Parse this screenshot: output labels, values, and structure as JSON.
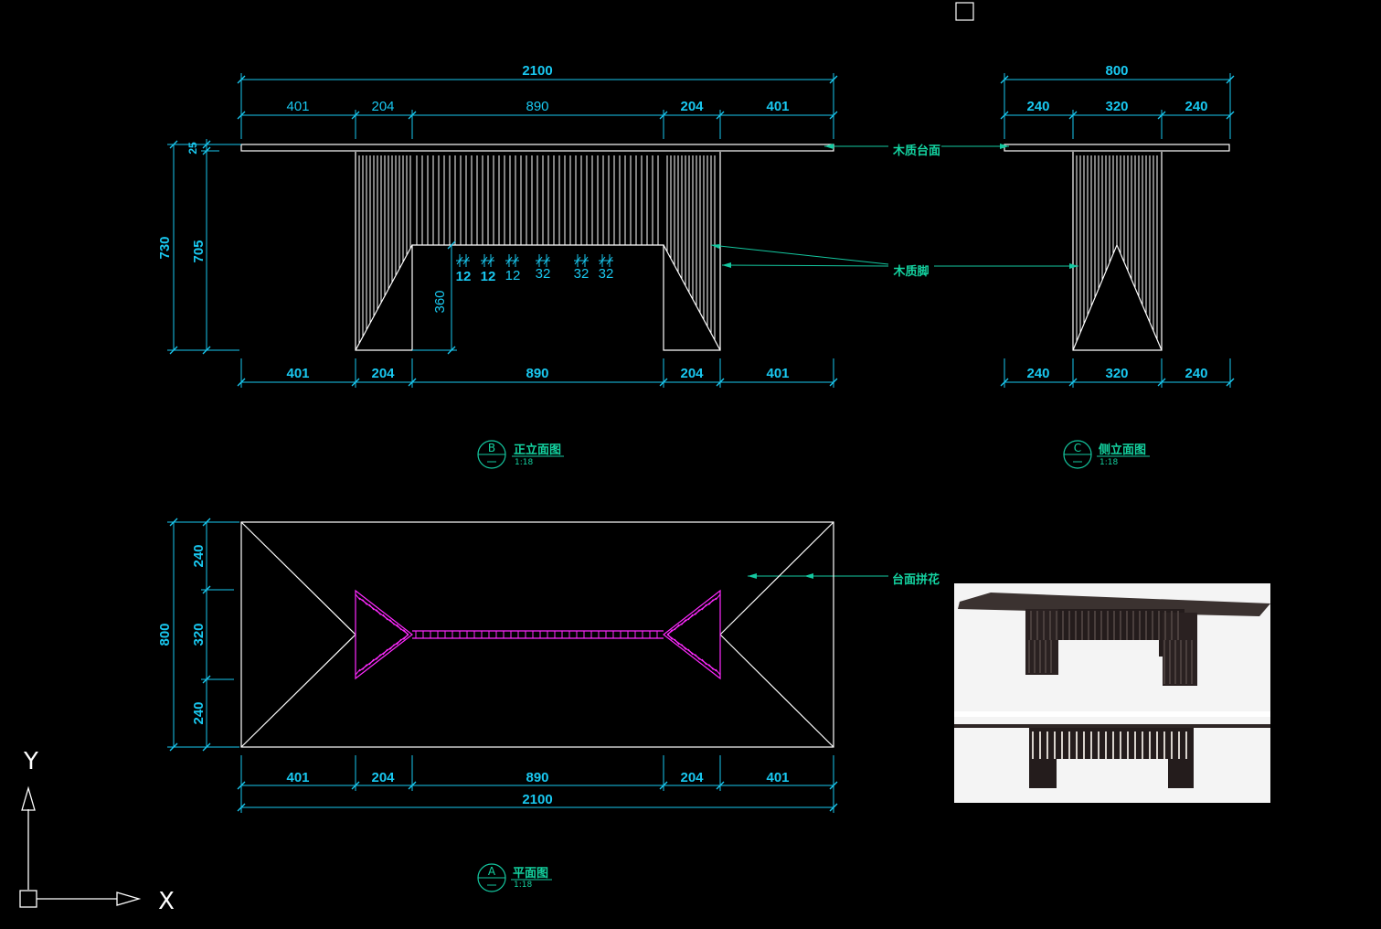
{
  "elevation_b": {
    "top_total": "2100",
    "top_segments": [
      "401",
      "204",
      "890",
      "204",
      "401"
    ],
    "bottom_segments": [
      "401",
      "204",
      "890",
      "204",
      "401"
    ],
    "left_overall": "730",
    "left_leg": "705",
    "left_top": "25",
    "opening_height": "360",
    "slat_spacings": [
      "12",
      "12",
      "12",
      "32",
      "32",
      "32"
    ]
  },
  "elevation_c": {
    "top_total": "800",
    "top_segments": [
      "240",
      "320",
      "240"
    ],
    "bottom_segments": [
      "240",
      "320",
      "240"
    ]
  },
  "plan_a": {
    "left_overall": "800",
    "left_segments": [
      "240",
      "320",
      "240"
    ],
    "bottom_segments": [
      "401",
      "204",
      "890",
      "204",
      "401"
    ],
    "bottom_total": "2100"
  },
  "callouts": {
    "tabletop": "木质台面",
    "legs": "木质脚",
    "inlay": "台面拼花"
  },
  "titles": {
    "b_letter": "B",
    "b_title": "正立面图",
    "b_scale": "1:18",
    "c_letter": "C",
    "c_title": "侧立面图",
    "c_scale": "1:18",
    "a_letter": "A",
    "a_title": "平面图",
    "a_scale": "1:18"
  },
  "ucs": {
    "x_label": "X",
    "y_label": "Y"
  },
  "colors": {
    "dimension": "#19c8f0",
    "geometry": "#ffffff",
    "annotation": "#14d2a0",
    "inlay": "#ff2aff",
    "background": "#000000"
  }
}
